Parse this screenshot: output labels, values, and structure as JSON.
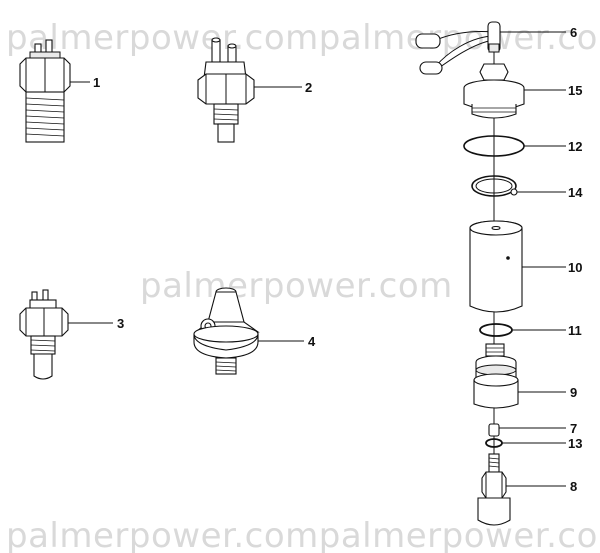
{
  "watermark": {
    "text": "palmerpower.com",
    "overlap_text": "palmerpower.compalmerpower.com"
  },
  "callouts": [
    "1",
    "2",
    "3",
    "4",
    "6",
    "15",
    "12",
    "14",
    "10",
    "11",
    "9",
    "7",
    "13",
    "8"
  ]
}
